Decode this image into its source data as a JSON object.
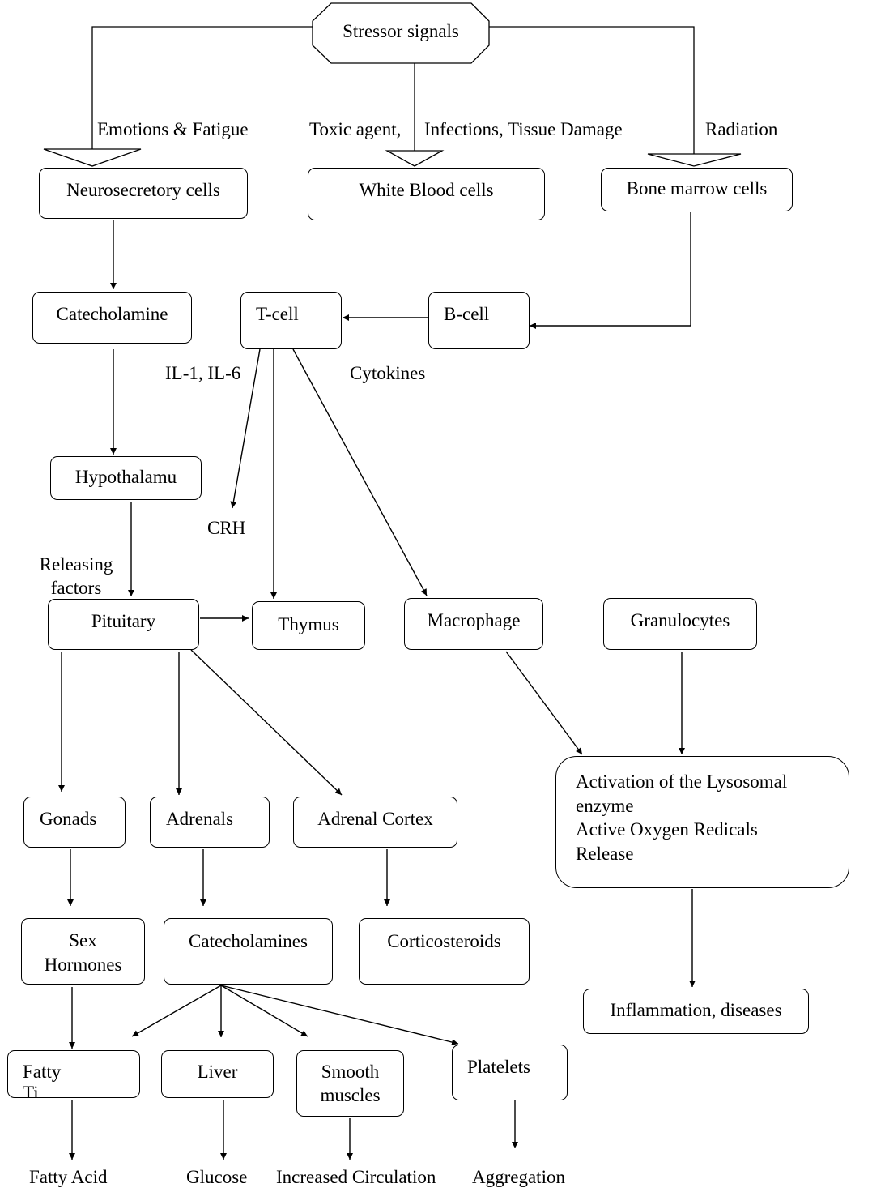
{
  "nodes": {
    "stressor": "Stressor signals",
    "neurosecretory": "Neurosecretory cells",
    "wbc": "White Blood cells",
    "bone_marrow": "Bone marrow cells",
    "catecholamine": "Catecholamine",
    "tcell": "T-cell",
    "bcell": "B-cell",
    "hypothalamus": "Hypothalamu",
    "pituitary": "Pituitary",
    "thymus": "Thymus",
    "macrophage": "Macrophage",
    "granulocytes": "Granulocytes",
    "lysosomal": [
      "Activation of the Lysosomal",
      "enzyme",
      "Active Oxygen Redicals",
      "Release"
    ],
    "gonads": "Gonads",
    "adrenals": "Adrenals",
    "adrenal_cortex": "Adrenal Cortex",
    "sex_hormones": [
      "Sex",
      "Hormones"
    ],
    "catecholamines": "Catecholamines",
    "corticosteroids": "Corticosteroids",
    "inflammation": "Inflammation, diseases",
    "fatty_tissue": [
      "Fatty",
      "Ti"
    ],
    "liver": "Liver",
    "smooth_muscles": [
      "Smooth",
      "muscles"
    ],
    "platelets": "Platelets"
  },
  "labels": {
    "emotions": "Emotions & Fatigue",
    "toxic": "Toxic agent,",
    "infections": "Infections, Tissue Damage",
    "radiation": "Radiation",
    "il": "IL-1, IL-6",
    "cytokines": "Cytokines",
    "crh": "CRH",
    "releasing": [
      "Releasing",
      "factors"
    ]
  },
  "outputs": {
    "fatty_acid": "Fatty Acid",
    "glucose": "Glucose",
    "circulation": "Increased Circulation",
    "aggregation": "Aggregation"
  }
}
